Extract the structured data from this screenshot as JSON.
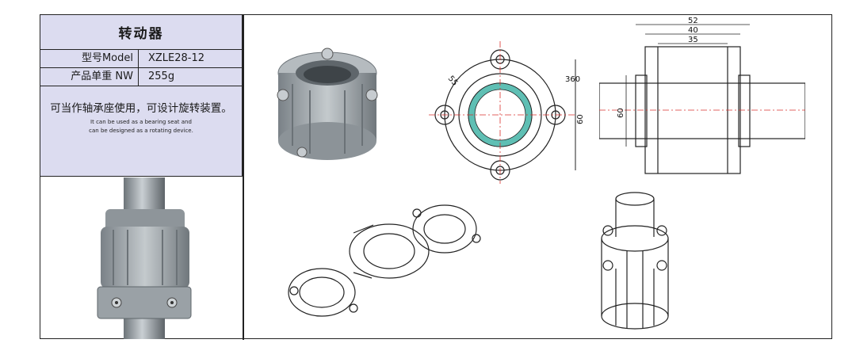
{
  "title": "转动器",
  "specs": {
    "model_label": "型号Model",
    "model_value": "XZLE28-12",
    "weight_label": "产品单重 NW",
    "weight_value": "255g"
  },
  "description": {
    "cn": "可当作轴承座使用，可设计旋转装置。",
    "en_line1": "It can be used as a bearing seat and",
    "en_line2": "can be designed as a rotating device."
  },
  "dimensions": {
    "front_angle": "55",
    "front_rotation": "360",
    "front_height": "60",
    "side_width_outer": "52",
    "side_width_mid": "40",
    "side_width_inner": "35",
    "side_height": "60"
  },
  "colors": {
    "accent_table": "#dcdcf0",
    "section_fill": "#5fbfb4",
    "centerline": "#d9302c",
    "metal": "#9aa1a6"
  }
}
